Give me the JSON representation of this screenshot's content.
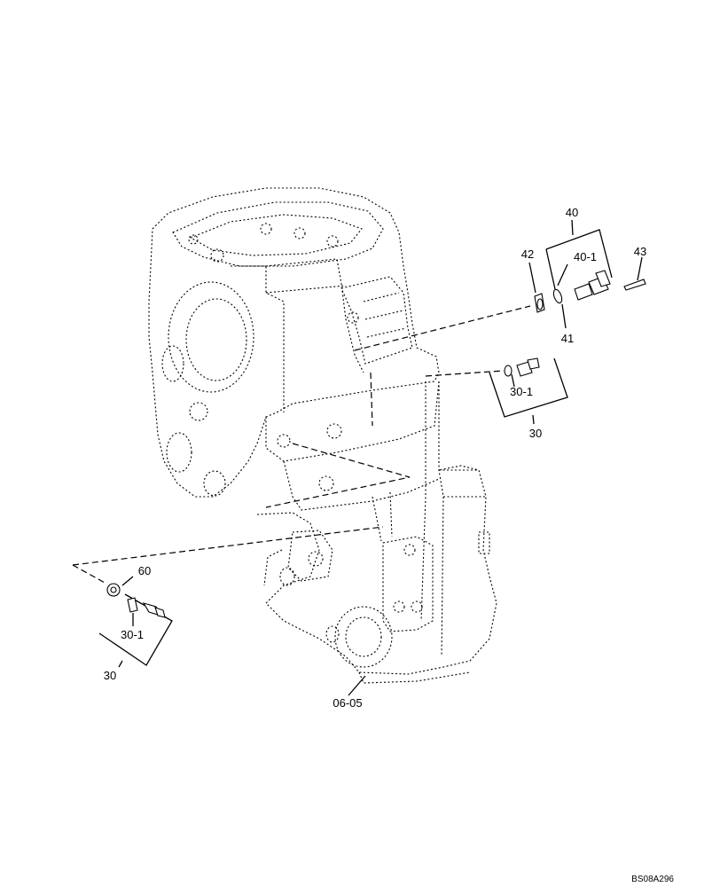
{
  "diagram": {
    "reference_code": "BS08A296",
    "callouts": {
      "c40": "40",
      "c40_1": "40-1",
      "c41": "41",
      "c42": "42",
      "c43": "43",
      "c30_right": "30",
      "c30_1_right": "30-1",
      "c30_left": "30",
      "c30_1_left": "30-1",
      "c60": "60",
      "c06_05": "06-05"
    }
  }
}
